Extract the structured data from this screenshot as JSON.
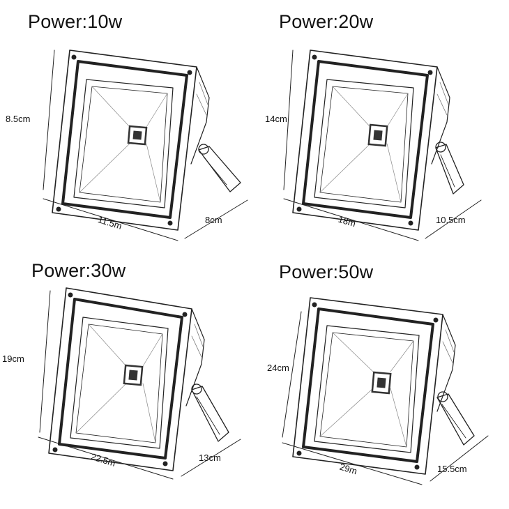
{
  "lights": [
    {
      "power": "Power:10w",
      "height": "8.5cm",
      "width": "11.5m",
      "depth": "8cm"
    },
    {
      "power": "Power:20w",
      "height": "14cm",
      "width": "18m",
      "depth": "10.5cm"
    },
    {
      "power": "Power:30w",
      "height": "19cm",
      "width": "22.5m",
      "depth": "13cm"
    },
    {
      "power": "Power:50w",
      "height": "24cm",
      "width": "29m",
      "depth": "15.5cm"
    }
  ],
  "colors": {
    "line": "#222222",
    "led": "#333333",
    "background": "#ffffff"
  }
}
